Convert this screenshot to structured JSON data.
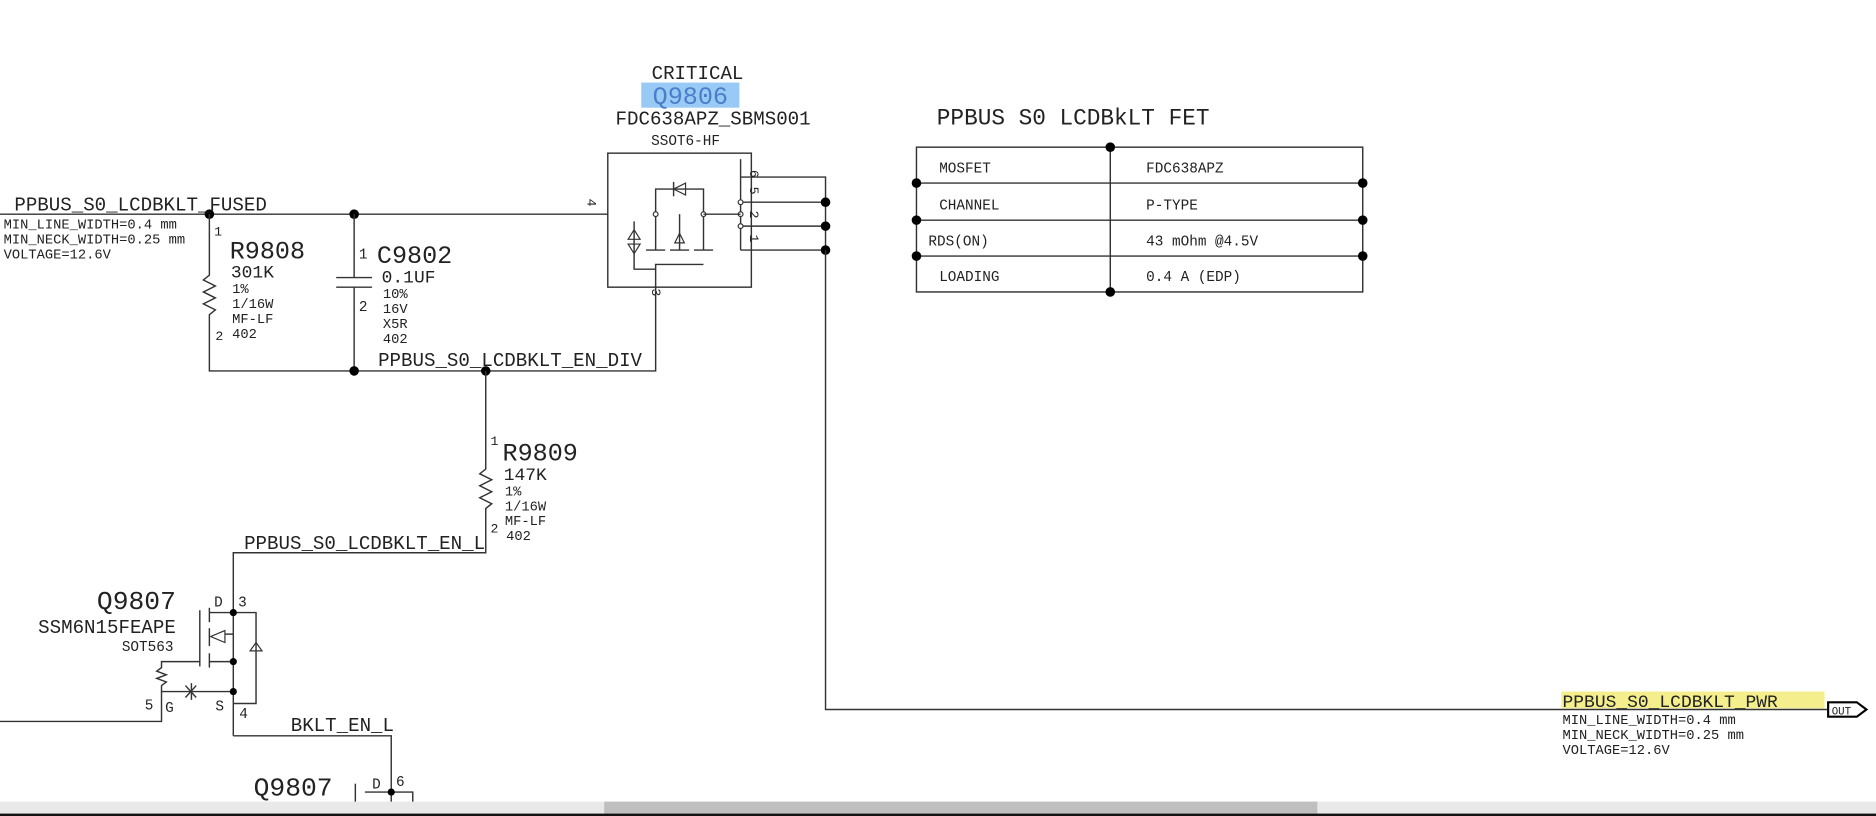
{
  "q9806": {
    "critical": "CRITICAL",
    "refdes": "Q9806",
    "part": "FDC638APZ_SBMS001",
    "package": "SSOT6-HF",
    "pins": {
      "p1": "1",
      "p2": "2",
      "p3": "3",
      "p4": "4",
      "p5": "5",
      "p6": "6"
    }
  },
  "net_fused": {
    "name": "PPBUS_S0_LCDBKLT_FUSED",
    "attrs": [
      "MIN_LINE_WIDTH=0.4 mm",
      "MIN_NECK_WIDTH=0.25 mm",
      "VOLTAGE=12.6V"
    ]
  },
  "r9808": {
    "pin1": "1",
    "pin2": "2",
    "refdes": "R9808",
    "value": "301K",
    "tol": "1%",
    "power": "1/16W",
    "type": "MF-LF",
    "size": "402"
  },
  "c9802": {
    "pin1": "1",
    "pin2": "2",
    "refdes": "C9802",
    "value": "0.1UF",
    "tol": "10%",
    "voltage": "16V",
    "dielectric": "X5R",
    "size": "402"
  },
  "net_en_div": "PPBUS_S0_LCDBKLT_EN_DIV",
  "r9809": {
    "pin1": "1",
    "pin2": "2",
    "refdes": "R9809",
    "value": "147K",
    "tol": "1%",
    "power": "1/16W",
    "type": "MF-LF",
    "size": "402"
  },
  "net_en_l": "PPBUS_S0_LCDBKLT_EN_L",
  "q9807a": {
    "refdes": "Q9807",
    "part": "SSM6N15FEAPE",
    "package": "SOT563",
    "d": "D",
    "g": "G",
    "s": "S",
    "pin_d": "3",
    "pin_g": "5",
    "pin_s": "4"
  },
  "net_bklt": "BKLT_EN_L",
  "q9807b": {
    "refdes": "Q9807",
    "d": "D",
    "pin_d": "6"
  },
  "table": {
    "title": "PPBUS S0 LCDBkLT FET",
    "rows": [
      {
        "label": "MOSFET",
        "value": "FDC638APZ"
      },
      {
        "label": "CHANNEL",
        "value": "P-TYPE"
      },
      {
        "label": "RDS(ON)",
        "value": "43 mOhm @4.5V"
      },
      {
        "label": "LOADING",
        "value": "0.4 A (EDP)"
      }
    ]
  },
  "net_pwr": {
    "name": "PPBUS_S0_LCDBKLT_PWR",
    "attrs": [
      "MIN_LINE_WIDTH=0.4 mm",
      "MIN_NECK_WIDTH=0.25 mm",
      "VOLTAGE=12.6V"
    ],
    "port": "OUT"
  },
  "colors": {
    "selection": "#99c9f5",
    "net_highlight": "#f4ef8c",
    "scroll_thumb": "#bfbfbf"
  }
}
